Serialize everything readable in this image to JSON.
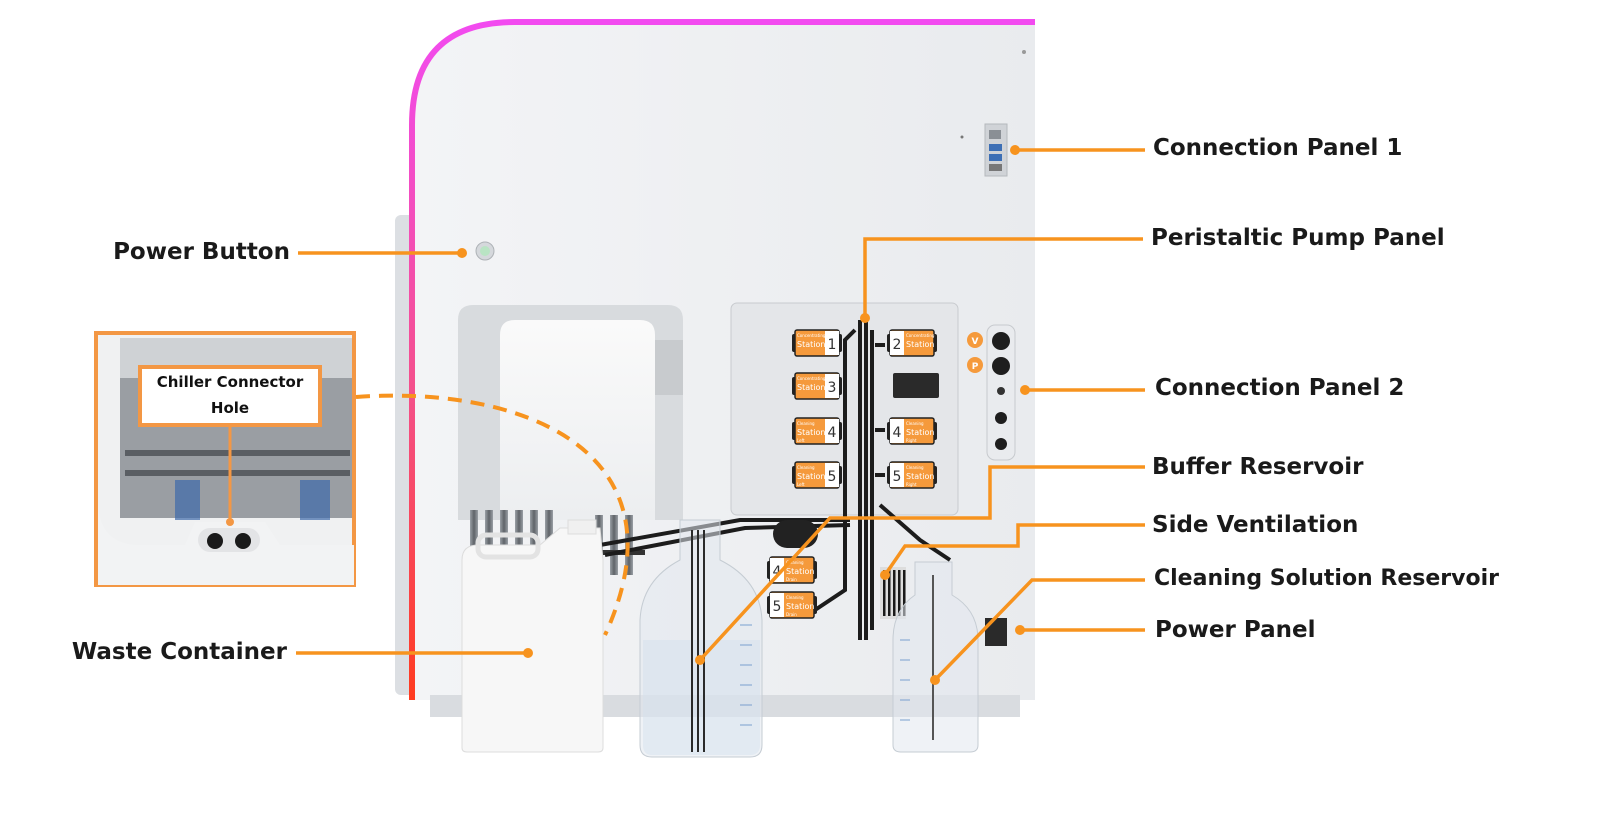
{
  "title": "Instrument side view component diagram",
  "colors": {
    "leader": "#f7931e",
    "inset_border": "#f39744",
    "accent_edge_top": "#f24bf0",
    "accent_edge_bottom": "#ff3b1f",
    "station": "#f59a3c"
  },
  "labels": {
    "connection_panel_1": "Connection Panel 1",
    "peristaltic_pump_panel": "Peristaltic Pump Panel",
    "connection_panel_2": "Connection Panel 2",
    "buffer_reservoir": "Buffer Reservoir",
    "side_ventilation": "Side Ventilation",
    "cleaning_solution_reservoir": "Cleaning Solution Reservoir",
    "power_panel": "Power Panel",
    "power_button": "Power Button",
    "waste_container": "Waste Container",
    "chiller_connector_hole_line1": "Chiller Connector",
    "chiller_connector_hole_line2": "Hole"
  },
  "stations": [
    {
      "num": "1",
      "word": "Station",
      "caption": "Concentrating"
    },
    {
      "num": "2",
      "word": "Station",
      "caption": "Concentrating"
    },
    {
      "num": "3",
      "word": "Station",
      "caption": "Concentrating"
    },
    {
      "num": "4",
      "word": "Station",
      "caption": "Cleaning",
      "side": "Left"
    },
    {
      "num": "4",
      "word": "Station",
      "caption": "Cleaning",
      "side": "Right"
    },
    {
      "num": "5",
      "word": "Station",
      "caption": "Cleaning",
      "side": "Left"
    },
    {
      "num": "5",
      "word": "Station",
      "caption": "Cleaning",
      "side": "Right"
    },
    {
      "num": "4",
      "word": "Station",
      "caption": "Cleaning",
      "side": "Drain"
    },
    {
      "num": "5",
      "word": "Station",
      "caption": "Cleaning",
      "side": "Drain"
    }
  ],
  "panel_badges": {
    "v": "V",
    "p": "P"
  }
}
